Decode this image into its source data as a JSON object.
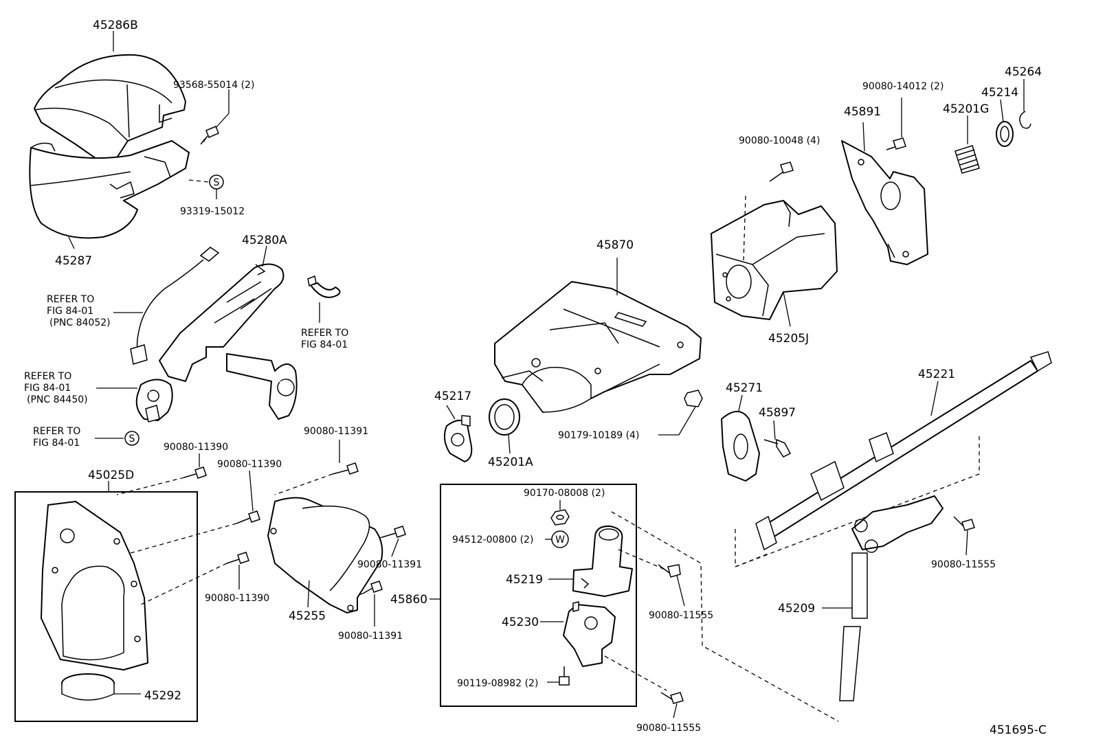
{
  "figure_code": "451695-C",
  "refer_symbol": "S",
  "washer_symbol": "W",
  "labels": {
    "p45286B": "45286B",
    "p93568": "93568-55014 (2)",
    "p93319": "93319-15012",
    "p45287": "45287",
    "p45280A": "45280A",
    "ref1_l1": "REFER TO",
    "ref1_l2": "FIG 84-01",
    "ref1_l3": "(PNC 84052)",
    "ref2_l1": "REFER TO",
    "ref2_l2": "FIG 84-01",
    "ref3_l1": "REFER TO",
    "ref3_l2": "FIG 84-01",
    "ref3_l3": "(PNC 84450)",
    "ref4_l1": "REFER TO",
    "ref4_l2": "FIG 84-01",
    "p90080_11391_a": "90080-11391",
    "p90080_11390_a": "90080-11390",
    "p90080_11390_b": "90080-11390",
    "p45025D": "45025D",
    "p90080_11390_c": "90080-11390",
    "p90080_11391_b": "90080-11391",
    "p45255": "45255",
    "p90080_11391_c": "90080-11391",
    "p45292": "45292",
    "p45860": "45860",
    "p90170": "90170-08008 (2)",
    "p94512": "94512-00800 (2)",
    "p45219": "45219",
    "p45230": "45230",
    "p90119": "90119-08982 (2)",
    "p45870": "45870",
    "p45217": "45217",
    "p45201A": "45201A",
    "p90179": "90179-10189 (4)",
    "p90080_10048": "90080-10048 (4)",
    "p45891": "45891",
    "p90080_14012": "90080-14012 (2)",
    "p45201G": "45201G",
    "p45214": "45214",
    "p45264": "45264",
    "p45205J": "45205J",
    "p45271": "45271",
    "p45897": "45897",
    "p45221": "45221",
    "p90080_11555_a": "90080-11555",
    "p90080_11555_b": "90080-11555",
    "p45209": "45209",
    "p90080_11555_c": "90080-11555"
  }
}
